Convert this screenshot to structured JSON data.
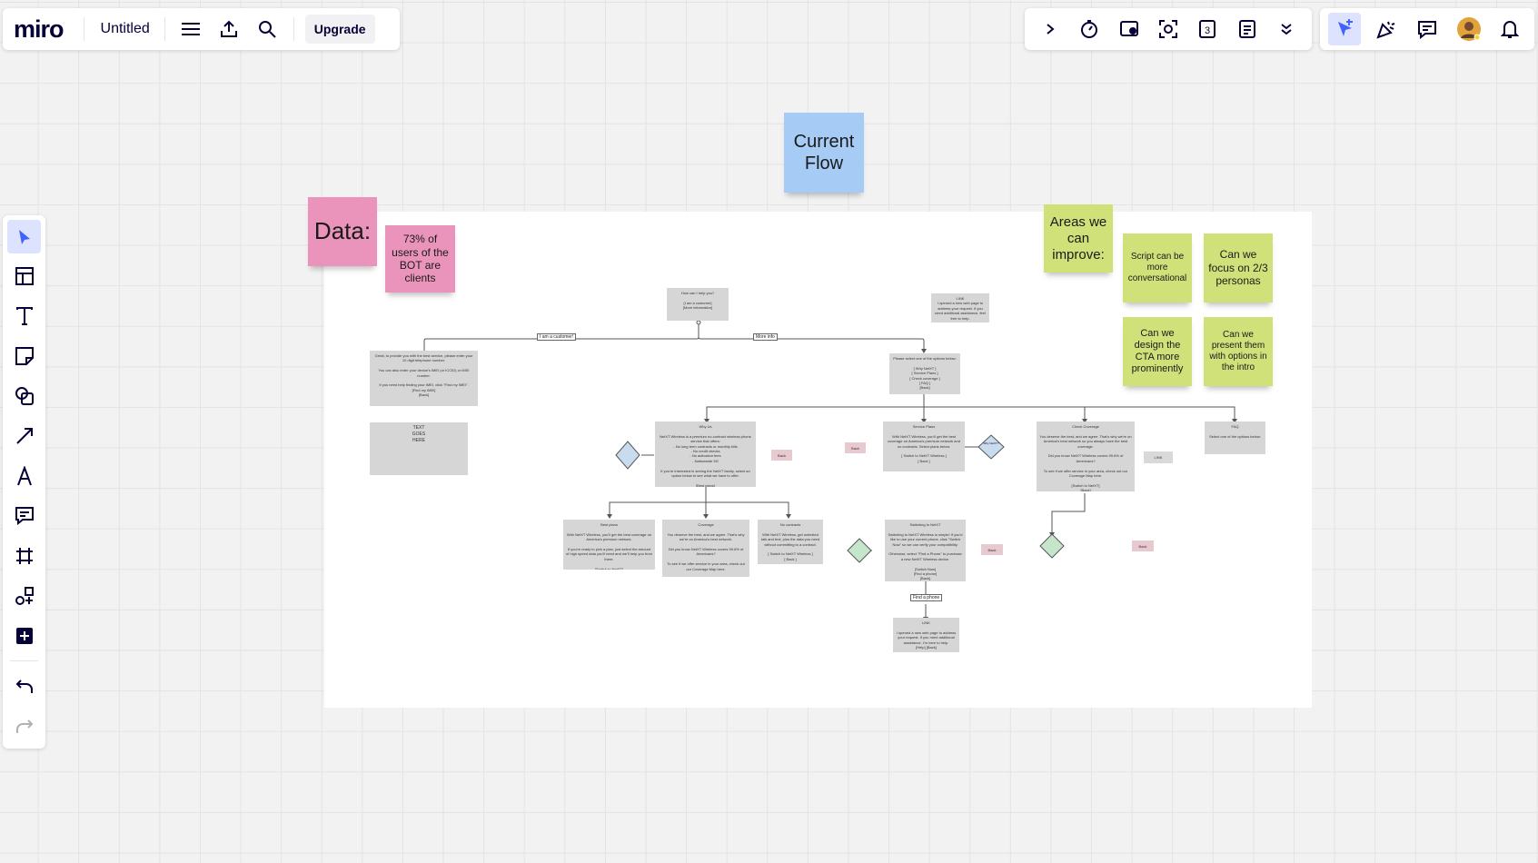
{
  "app": {
    "logo": "miro",
    "board_title": "Untitled",
    "upgrade_label": "Upgrade",
    "timer_count": "3"
  },
  "icons": {
    "menu": "hamburger-icon",
    "share": "upload-icon",
    "search": "search-icon",
    "collapse": "chevron-right-icon",
    "timer": "stopwatch-icon",
    "present": "present-icon",
    "focus": "focus-icon",
    "count": "counter-icon",
    "notes": "notes-icon",
    "more": "double-chevron-down-icon",
    "select": "cursor-icon",
    "reactions": "party-icon",
    "comments": "comment-icon",
    "avatar": "user-avatar",
    "notifications": "bell-icon"
  },
  "colors": {
    "accent": "#4262ff",
    "sticky_blue": "#a6ccf5",
    "sticky_pink": "#ea94bb",
    "sticky_green": "#d0e17a"
  },
  "stickies": {
    "current_flow": "Current Flow",
    "data": "Data:",
    "data_stat": "73% of users of the BOT are clients",
    "areas": "Areas we can improve:",
    "improve_1": "Script can be more conversational",
    "improve_2": "Can we focus on 2/3 personas",
    "improve_3": "Can we design the CTA more prominently",
    "improve_4": "Can we present them with options in the intro"
  },
  "flow": {
    "start": "How can I help you?\n\n[I am a customer]\n[More information]",
    "link_top": "LINK\nI opened a new web page to address your request. If you need additional assistance, feel free to help.",
    "label_customer": "I am a customer!",
    "label_more_info": "More info",
    "customer": "Great, to provide you with the best service, please enter your 10 digit telephone number.\n\nYou can also enter your device's IMEI (or ICCID) or IMEI number.\n\nIf you need help finding your IMEI, click \"Find my IMEI\".\n[Find my IMEI]\n[Back]",
    "text_box": "TEXT\nGOES\nHERE",
    "options": "Please select one of the options below:\n\n[ Why NetXT ]\n[ Service Plans ]\n[ Check coverage ]\n[ FAQ ]\n[Back]",
    "why": "Why Us\n\nNetXT Wireless is a premium no-contract wireless phone service that offers:\n- No long term contracts or monthly bills\n- No credit checks\n- No activation fees\n- Nationwide 5G\n\nIf you're interested in seeing the NetXT family, select an option below to see what we have to offer.\n\n[Best plans]\n[Coverage]\n[No contracts]\n[Back]",
    "back": "Back",
    "service_plans": "Service Plans\n\nWith NetXT Wireless, you'll get the best coverage on America's premium network and no contracts. Select plans below.\n\n[ Switch to NetXT Wireless ]\n[ Back ]",
    "why_netxt": "Why NetXT?",
    "check_coverage": "Check Coverage\n\nYou deserve the best, and we agree. That's why we're on America's best network so you always have the best coverage.\n\nDid you know NetXT Wireless covers 99.6% of Americans?\n\nTo see if we offer service in your area, check out our Coverage Map here.\n\n[Switch to NetXT]\n[Back]",
    "link_small": "LINK",
    "faq": "FAQ\n\nSelect one of the options below:",
    "best_plans": "Best plans\n\nWith NetXT Wireless, you'll get the best coverage on America's premium network.\n\nIf you're ready to pick a plan, just select the amount of high speed data you'll need and we'll help you from there.\n\n[Switch to NetXT]\n[Back]",
    "coverage": "Coverage\n\nYou deserve the best, and we agree. That's why we're on America's best network.\n\nDid you know NetXT Wireless covers 99.6% of Americans?\n\nTo see if we offer service in your area, check out our Coverage Map here.\n\n[Switch to NetXT]\n[Back]",
    "no_contracts": "No contracts\n\nWith NetXT Wireless, get unlimited talk and text, plus the data you need without committing to a contract.\n\n[ Switch to NetXT Wireless ]\n[ Back ]",
    "switching": "Switching to NetXT\n\nSwitching to NetXT Wireless is simple! If you'd like to use your current phone, click \"Switch Now\" so we can verify your compatibility.\n\nOtherwise, select \"Find a Phone\" to purchase a new NetXT Wireless device.\n\n[Switch Now]\n[Find a phone]\n[Back]",
    "label_find_phone": "Find a phone",
    "link_bottom": "LINK\n\nI opened a new web page to address your request. If you need additional assistance, I'm here to help.\n[Help] [Back]"
  }
}
